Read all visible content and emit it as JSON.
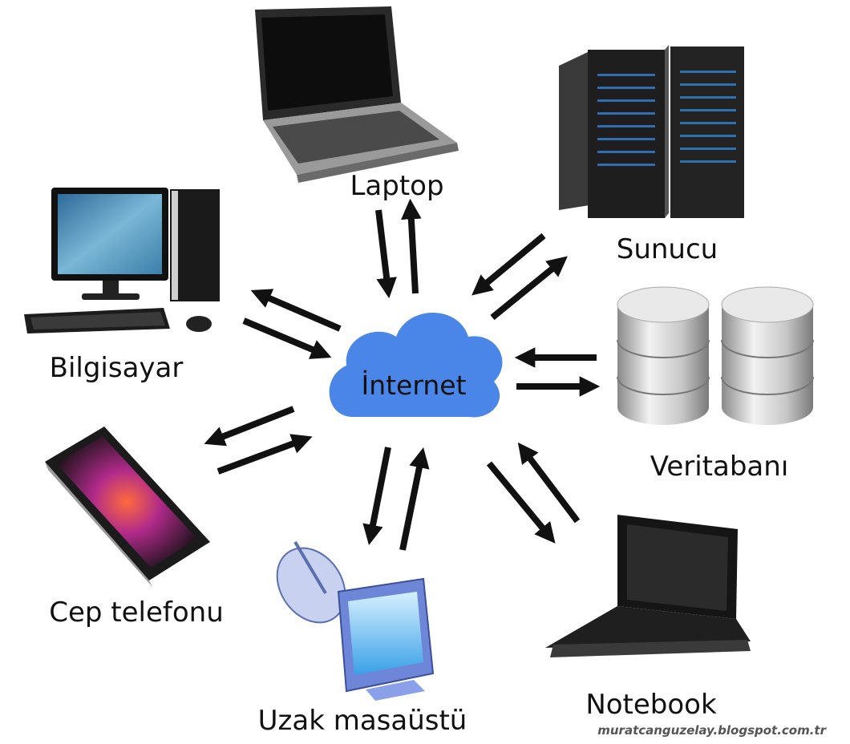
{
  "center": {
    "label": "İnternet",
    "color": "#4a86e8"
  },
  "nodes": {
    "laptop": {
      "label": "Laptop"
    },
    "server": {
      "label": "Sunucu"
    },
    "computer": {
      "label": "Bilgisayar"
    },
    "database": {
      "label": "Veritabanı"
    },
    "phone": {
      "label": "Cep telefonu"
    },
    "remote": {
      "label": "Uzak masaüstü"
    },
    "notebook": {
      "label": "Notebook"
    }
  },
  "watermark": "muratcanguzelay.blogspot.com.tr",
  "colors": {
    "arrow": "#111111",
    "label": "#111111",
    "watermark": "#555555"
  }
}
